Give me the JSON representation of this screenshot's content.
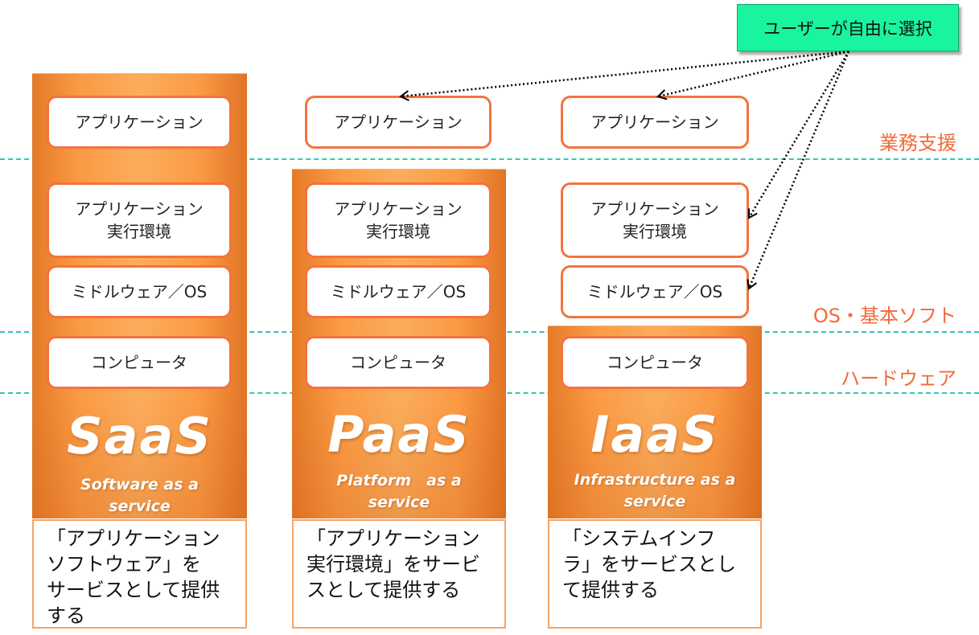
{
  "choice_label": "ユーザーが自由に選択",
  "layers": {
    "business": "業務支援",
    "os": "OS・基本ソフト",
    "hardware": "ハードウェア"
  },
  "models": [
    {
      "acronym": "SaaS",
      "full_name": "Software as a\nservice",
      "application": "アプリケーション",
      "runtime": "アプリケーション\n実行環境",
      "middleware": "ミドルウェア／OS",
      "computer": "コンピュータ",
      "description": "「アプリケーション\nソフトウェア」を\nサービスとして提供\nする"
    },
    {
      "acronym": "PaaS",
      "full_name": "Platform　as a\nservice",
      "application": "アプリケーション",
      "runtime": "アプリケーション\n実行環境",
      "middleware": "ミドルウェア／OS",
      "computer": "コンピュータ",
      "description": "「アプリケーション\n実行環境」をサービ\nスとして提供する"
    },
    {
      "acronym": "IaaS",
      "full_name": "Infrastructure as a\nservice",
      "application": "アプリケーション",
      "runtime": "アプリケーション\n実行環境",
      "middleware": "ミドルウェア／OS",
      "computer": "コンピュータ",
      "description": "「システムインフ\nラ」をサービスとし\nて提供する"
    }
  ],
  "colors": {
    "accent_orange": "#f4733e",
    "guide_teal": "#34c4b4",
    "choice_green": "#19f59f"
  }
}
